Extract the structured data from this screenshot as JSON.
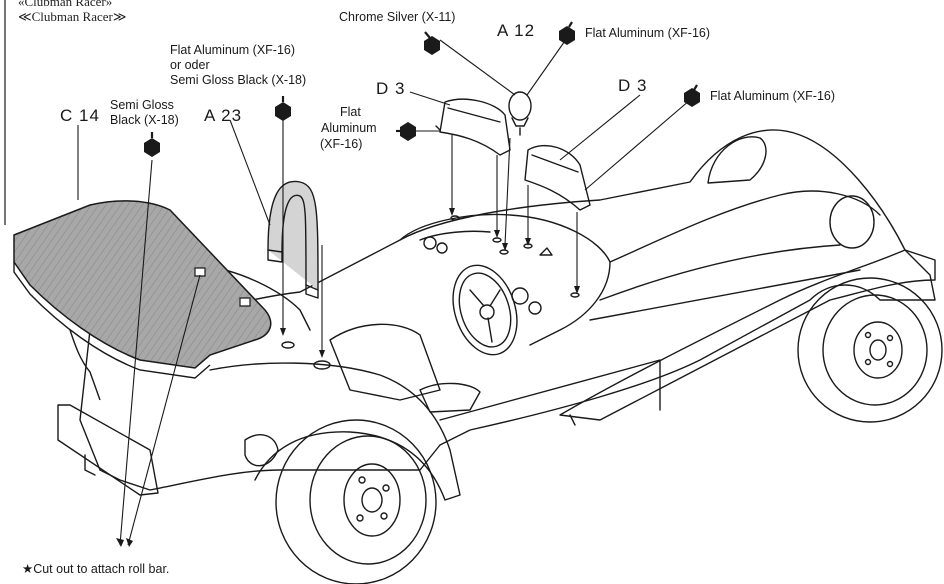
{
  "header": {
    "title_en": "«Clubman Racer»",
    "title_alt": "≪Clubman Racer≫"
  },
  "parts": {
    "c14": "C 14",
    "a23": "A 23",
    "a12": "A 12",
    "d3_left": "D 3",
    "d3_right": "D 3"
  },
  "paints": {
    "chrome_silver": "Chrome Silver (X-11)",
    "flat_aluminum_a12": "Flat Aluminum (XF-16)",
    "flat_aluminum_top_left": "Flat  Aluminum  (XF-16)",
    "or_oder": "or   oder",
    "semi_gloss_black_alt": "Semi Gloss Black (X-18)",
    "flat_aluminum_right": "Flat Aluminum (XF-16)",
    "flat_aluminum_mid_line1": "Flat",
    "flat_aluminum_mid_line2": "Aluminum",
    "flat_aluminum_mid_line3": "(XF-16)",
    "semi_gloss_c14_line1": "Semi Gloss",
    "semi_gloss_c14_line2": "Black (X-18)"
  },
  "notes": {
    "cut_out": "★Cut out to attach roll bar."
  },
  "colors": {
    "ink": "#1a1a1a",
    "tonneau_fill": "#a6a6a6",
    "rollbar_fill": "#c8c8c8"
  },
  "icons": [
    "paint-drop-icon"
  ]
}
